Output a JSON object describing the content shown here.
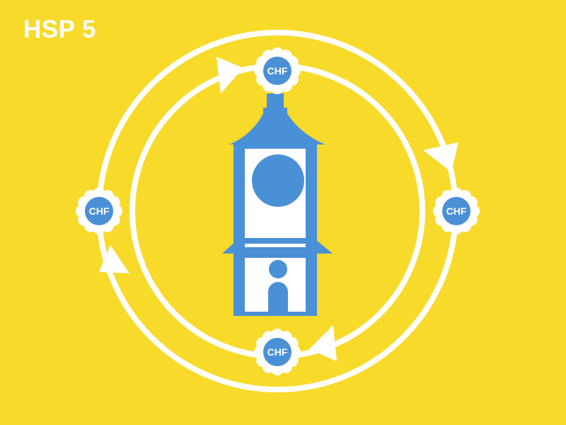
{
  "title": "HSP 5",
  "colors": {
    "background": "#F8DA2A",
    "tower": "#4A90D6",
    "ring": "#FFFFFF",
    "coin": "#4A90D6"
  },
  "icons": {
    "center": "clock-tower-icon",
    "coin": "chf-coin-icon",
    "arrow": "arrowhead-icon"
  },
  "coins": [
    {
      "label": "CHF",
      "position": "top"
    },
    {
      "label": "CHF",
      "position": "right"
    },
    {
      "label": "CHF",
      "position": "bottom"
    },
    {
      "label": "CHF",
      "position": "left"
    }
  ]
}
